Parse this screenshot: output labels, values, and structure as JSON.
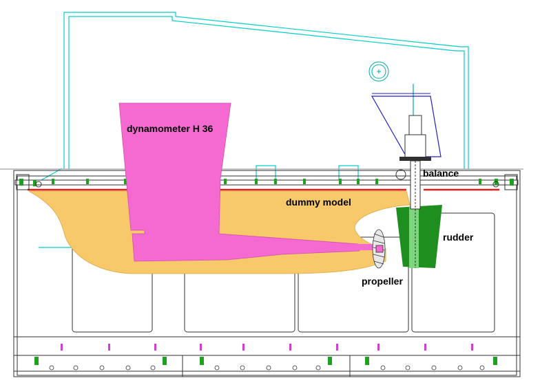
{
  "labels": {
    "dynamometer": "dynamometer H 36",
    "balance": "balance",
    "dummy_model": "dummy model",
    "rudder": "rudder",
    "propeller": "propeller"
  },
  "colors": {
    "frame": "#00cccc",
    "dynamometer": "#f46ad0",
    "dummy_model": "#f7c96b",
    "rudder": "#1e8f1e",
    "rudder_stripe": "#7dd67d",
    "balance_frame": "#2020c0",
    "line_dark": "#303030",
    "accent_red": "#e02020",
    "bolt_green": "#20a020",
    "bolt_magenta": "#d040d0"
  }
}
